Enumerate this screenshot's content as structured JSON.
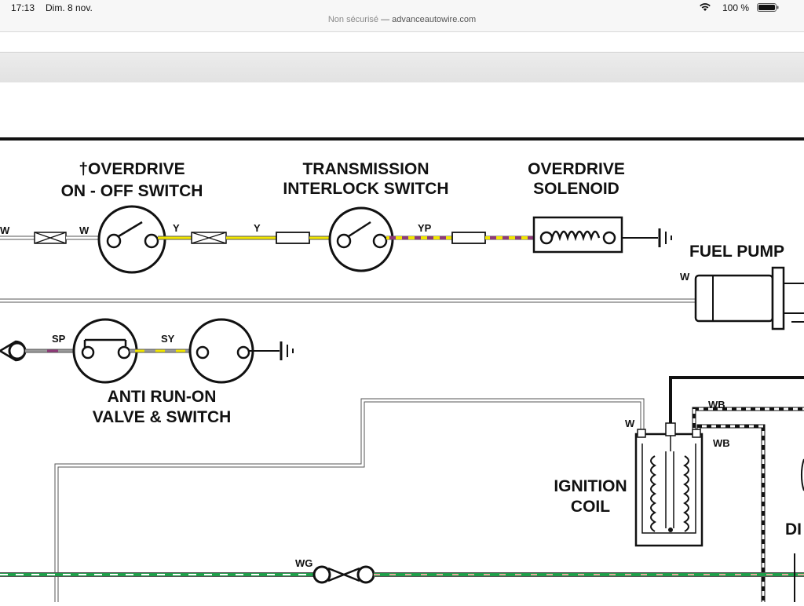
{
  "status_bar": {
    "time": "17:13",
    "date": "Dim. 8 nov.",
    "battery": "100 %"
  },
  "browser": {
    "insecure_label": "Non sécurisé",
    "separator": " — ",
    "domain": "advanceautowire.com"
  },
  "diagram": {
    "od_switch_title_line1": "†OVERDRIVE",
    "od_switch_title_line2": "ON - OFF SWITCH",
    "interlock_title_line1": "TRANSMISSION",
    "interlock_title_line2": "INTERLOCK SWITCH",
    "solenoid_title_line1": "OVERDRIVE",
    "solenoid_title_line2": "SOLENOID",
    "fuel_pump_title": "FUEL PUMP",
    "anti_run_on_line1": "ANTI RUN-ON",
    "anti_run_on_line2": "VALVE & SWITCH",
    "ignition_coil_line1": "IGNITION",
    "ignition_coil_line2": "COIL",
    "partial_label": "DI",
    "wire_labels": {
      "w_left": "W",
      "w_mid": "W",
      "y1": "Y",
      "y2": "Y",
      "yp": "YP",
      "w_fuel": "W",
      "sp": "SP",
      "sy": "SY",
      "wb_top": "WB",
      "wb_bottom": "WB",
      "w_coil": "W",
      "wg": "WG"
    },
    "colors": {
      "white_wire": "#ffffff",
      "yellow": "#f2e600",
      "purple": "#8e3a78",
      "slate": "#9a9a9a",
      "green": "#1f9e4a",
      "pink": "#e8a8a0",
      "black": "#111111"
    }
  }
}
